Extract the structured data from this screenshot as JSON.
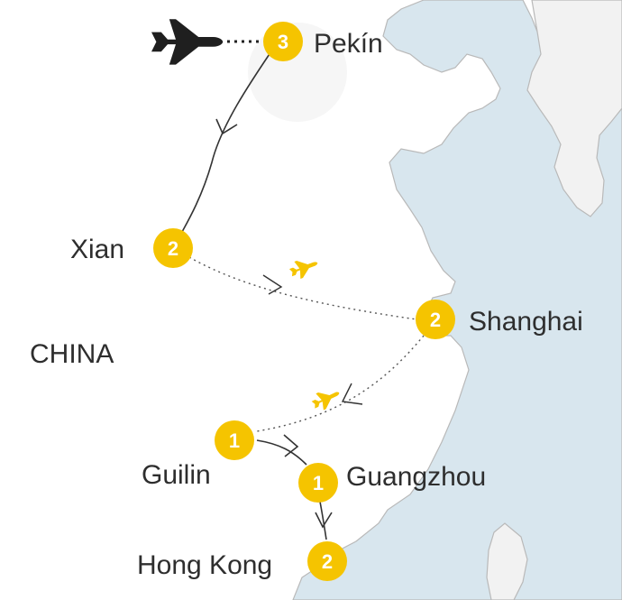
{
  "map": {
    "country_label": "CHINA",
    "colors": {
      "land": "#ffffff",
      "sea": "#d8e6ee",
      "neighbor_land": "#f2f2f2",
      "border": "#b9b9b9",
      "route_line": "#333333",
      "stop_badge": "#f5c400",
      "plane_large": "#1f1f1f",
      "plane_small": "#f5c400"
    },
    "stops": [
      {
        "name": "Pekín",
        "nights": "3"
      },
      {
        "name": "Xian",
        "nights": "2"
      },
      {
        "name": "Shanghai",
        "nights": "2"
      },
      {
        "name": "Guilin",
        "nights": "1"
      },
      {
        "name": "Guangzhou",
        "nights": "1"
      },
      {
        "name": "Hong Kong",
        "nights": "2"
      }
    ],
    "legs": [
      {
        "from": "Pekín",
        "to": "Xian",
        "mode": "ground"
      },
      {
        "from": "Xian",
        "to": "Shanghai",
        "mode": "flight"
      },
      {
        "from": "Shanghai",
        "to": "Guilin",
        "mode": "flight"
      },
      {
        "from": "Guilin",
        "to": "Guangzhou",
        "mode": "ground"
      },
      {
        "from": "Guangzhou",
        "to": "Hong Kong",
        "mode": "ground"
      }
    ],
    "icons": {
      "arrival": "airplane-icon",
      "flight_leg": "airplane-icon"
    }
  }
}
